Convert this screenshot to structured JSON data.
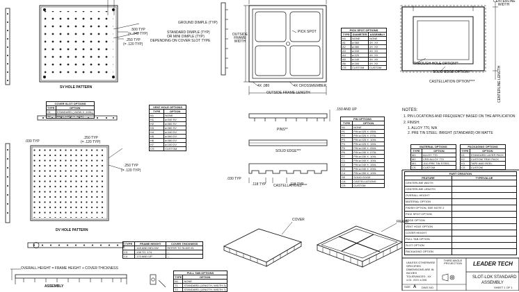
{
  "views": {
    "sv_hole_pattern": "SV HOLE PATTERN",
    "dv_hole_pattern": "DV HOLE PATTERN",
    "assembly": "ASSEMBLY",
    "pins": "PINS**",
    "solid_edge": "SOLID EDGE***",
    "castellations": "CASTELLATIONS****",
    "cover": "COVER",
    "frame": "FRAME",
    "centerline_width": "CENTERLINE WIDTH",
    "centerline_length": "CENTERLINE LENGTH",
    "through_hole_option": "THROUGH HOLE OPTION**",
    "solid_edge_option": "SOLID EDGE OPTION***",
    "castellation_option": "CASTELLATION OPTION****"
  },
  "dims": {
    "sv_500": ".500 TYP",
    "sv_240": "(= .240 TYP)",
    "sv_250": ".250 TYP",
    "sv_120": "(= .120 TYP)",
    "ground_dimple": "GROUND DIMPLE (TYP)",
    "std_dimple": "STANDARD DIMPLE (TYP)",
    "mini_dimple": "OR MINI DIMPLE (TYP)",
    "depending": "DEPENDING ON COVER SLOT TYPE",
    "outside_frame_width": "OUTSIDE FRAME WIDTH",
    "pick_spot": "PICK SPOT",
    "dim_080": "4X .080",
    "crossmember": "4X CROSSMEMBER",
    "outside_frame_length": "OUTSIDE FRAME LENGTH",
    "dv_030": ".030 TYP",
    "dv_250": ".250 TYP",
    "dv_120": "(= .120 TYP)",
    "dv_250b": ".250 TYP",
    "dv_120b": "(= .120 TYP)",
    "p150": ".150 AND UP",
    "p030": ".030 TYP",
    "p118a": ".118 TYP",
    "p118b": ".118 TYP",
    "height_stack": "OVERALL HEIGHT = FRAME HEIGHT + COVER THICKNESS"
  },
  "notes": {
    "title": "NOTES:",
    "n1": "1.  PIN LOCATIONS AND FREQUENCY BASED ON THE APPLICATION",
    "n2": "2.  FINISH:",
    "n2a": "1.  ALLOY 770, N/A",
    "n2b": "2.  PRE TIN STEEL: BRIGHT (STANDARD) OR MATTE"
  },
  "tables": {
    "pick_spot": {
      "title": "PICK SPOT OPTIONS",
      "headers": [
        "TYPE",
        "DIAMETER",
        "ASSEMBLY"
      ],
      "rows": [
        [
          "N1",
          "NONE",
          "NONE"
        ],
        [
          "A1",
          "⌀.060",
          "4X .XX"
        ],
        [
          "A2",
          "⌀.080",
          "4X .XX"
        ],
        [
          "A3",
          "⌀.100",
          "4X .XX"
        ],
        [
          "A4",
          "⌀.120",
          "4X .XX"
        ],
        [
          "A5",
          "⌀.140",
          "4X .XX"
        ],
        [
          "A6",
          "⌀.160",
          "4X .XX"
        ],
        [
          "CS",
          "CUSTOM",
          "CUSTOM"
        ]
      ]
    },
    "cover_slot": {
      "title": "COVER SLOT OPTIONS",
      "headers": [
        "TYPE",
        "OPTION"
      ],
      "rows": [
        [
          "S1",
          "STANDARD (.240W X .100L)"
        ],
        [
          "S2",
          "MINI (.120W X .120L)"
        ]
      ]
    },
    "vent_hole": {
      "title": "VENT HOLE OPTIONS",
      "headers": [
        "TYPE",
        "OPTION"
      ],
      "rows": [
        [
          "N1",
          "NONE"
        ],
        [
          "H1",
          "⌀.040 SV"
        ],
        [
          "H2",
          "⌀.060 SV"
        ],
        [
          "H3",
          "⌀.080 SV"
        ],
        [
          "H4",
          "⌀.040 DV"
        ],
        [
          "H5",
          "⌀.060 DV"
        ],
        [
          "H6",
          "⌀.080 DV"
        ],
        [
          "H7",
          "⌀.100 DV"
        ],
        [
          "CS",
          "CUSTOM"
        ]
      ]
    },
    "pin_options": {
      "title": "PIN OPTIONS",
      "headers": [
        "TYPE",
        "OPTION"
      ],
      "rows": [
        [
          "N1",
          "NONE"
        ],
        [
          "P1",
          "PIN ⌀.025 X .050L"
        ],
        [
          "P2",
          "PIN ⌀.025 X .075L"
        ],
        [
          "P3",
          "PIN ⌀.025 X .100L"
        ],
        [
          "P4",
          "PIN ⌀.025 X .150L"
        ],
        [
          "P5",
          "PIN ⌀.030 X .050L"
        ],
        [
          "P6",
          "PIN ⌀.030 X .075L"
        ],
        [
          "P7",
          "PIN ⌀.030 X .100L"
        ],
        [
          "C1",
          "PIN ⌀.040 X .100L"
        ],
        [
          "C2",
          "PIN ⌀.040 X .150L"
        ],
        [
          "C3",
          "PIN ⌀.040 X .200L"
        ],
        [
          "C4",
          "PIN ⌀.050 X .100L"
        ],
        [
          "SE",
          "SOLID EDGE"
        ],
        [
          "CA",
          "CASTELLATIONS"
        ],
        [
          "CS",
          "CUSTOM"
        ]
      ]
    },
    "material": {
      "title": "MATERIAL OPTIONS",
      "headers": [
        "TYPE",
        "OPTION"
      ],
      "rows": [
        [
          "M1",
          "ALLOY 770"
        ],
        [
          "M2",
          "CRS ALLOY 770"
        ],
        [
          "M3",
          ".010 PRE TIN STEEL"
        ],
        [
          "CS",
          "CUSTOM"
        ]
      ]
    },
    "packaging": {
      "title": "PACKAGING OPTIONS",
      "headers": [
        "TYPE",
        "OPTION"
      ],
      "rows": [
        [
          "K1",
          "STANDARD LAYER PACK"
        ],
        [
          "K2",
          "CUSTOM TRAY PACK"
        ],
        [
          "K3",
          "TAPE AND REEL"
        ],
        [
          "CS",
          "CUSTOM"
        ]
      ]
    },
    "height": {
      "headers": [
        "TYPE",
        "FRAME HEIGHT",
        "COVER THICKNESS"
      ],
      "rows": [
        [
          "--",
          ".169 AND BELOW",
          "REFER TO SLIDE IN"
        ],
        [
          "C3",
          ".138 TO .174",
          "--"
        ],
        [
          "C4",
          ".170 AND UP",
          "--"
        ]
      ]
    },
    "pull_tab": {
      "title": "PULL TAB OPTIONS",
      "headers": [
        "TYPE",
        "OPTION"
      ],
      "rows": [
        [
          "N1",
          "NONE"
        ],
        [
          "T1",
          "STANDARD (LENGTH, WIDTH 3)"
        ],
        [
          "T2",
          "STANDARD (LENGTH, WIDTH 7)"
        ]
      ]
    },
    "part_creation": {
      "title": "PART CREATION",
      "headers": [
        "FEATURE",
        "TYPE/VALUE"
      ],
      "rows": [
        "CENTERLINE WIDTH",
        "CENTERLINE LENGTH",
        "OVERALL HEIGHT",
        "MATERIAL OPTION",
        "FINISH OPTION, SEE NOTE 2",
        "PICK SPOT OPTION",
        "EDGE OPTION",
        "VENT HOLE OPTION",
        "COVER HEIGHT",
        "PULL TAB OPTION",
        "SLOT OPTION",
        "PACKAGING OPTION"
      ]
    }
  },
  "title_block": {
    "company": "LEADER TECH",
    "title1": "SLOT-LOK STANDARD",
    "title2": "ASSEMBLY",
    "projection": "THIRD ANGLE PROJECTION",
    "fine_print": "UNLESS OTHERWISE SPECIFIED DIMENSIONS ARE IN INCHES TOLERANCES: .XX ±.01 .XXX ±.005",
    "size_label": "SIZE",
    "size_value": "A",
    "sheet_label": "SHEET 1 OF 1",
    "dwg_label": "DWG NO."
  },
  "colors": {
    "line": "#111111",
    "paper": "#ffffff"
  }
}
